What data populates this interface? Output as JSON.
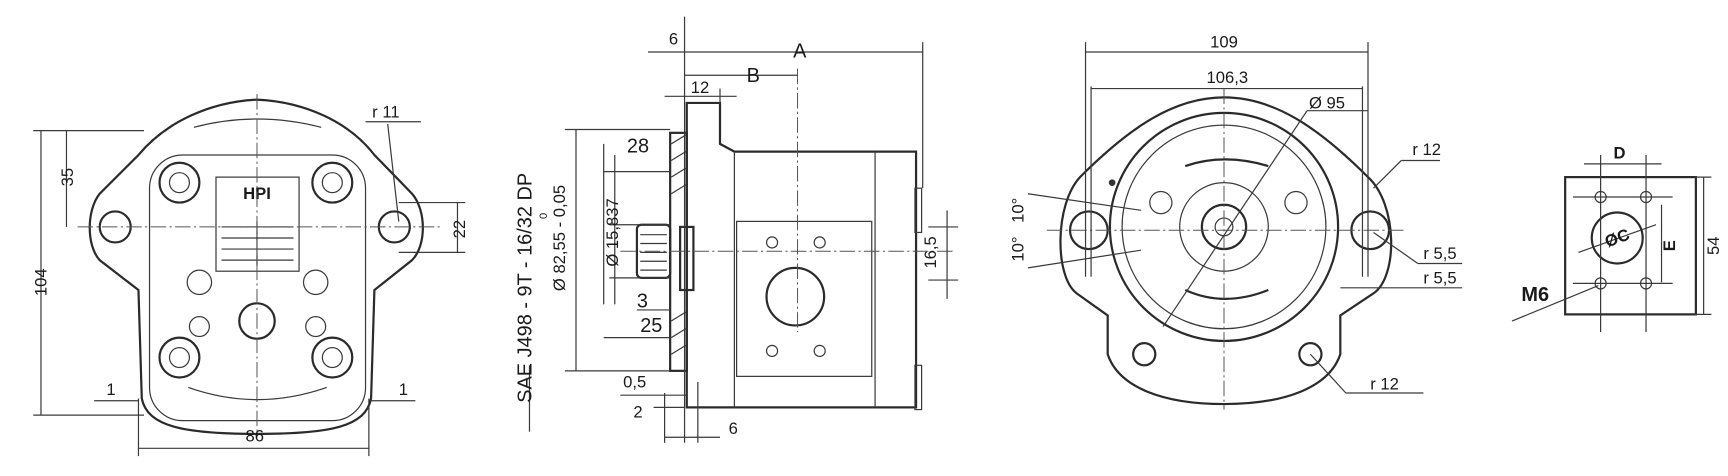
{
  "front_view": {
    "logo": "HPI",
    "dim_35": "35",
    "dim_104": "104",
    "dim_22": "22",
    "dim_r11": "r 11",
    "dim_1_left": "1",
    "dim_1_right": "1",
    "dim_86": "86"
  },
  "side_view": {
    "dim_6_top": "6",
    "dim_A": "A",
    "dim_B": "B",
    "dim_12": "12",
    "dim_28": "28",
    "dim_3": "3",
    "dim_25": "25",
    "dim_0_5": "0,5",
    "dim_2": "2",
    "dim_6_bottom": "6",
    "spline_spec": "SAE J498 - 9T - 16/32 DP",
    "pilot_diameter": "Ø 82,55 - 0,05",
    "pilot_tolerance_upper": "0",
    "shaft_diameter": "Ø 15,837",
    "dim_16_5": "16,5"
  },
  "rear_view": {
    "dim_109": "109",
    "dim_106_3": "106,3",
    "dim_d95": "Ø 95",
    "dim_r12_top": "r 12",
    "angle_upper": "10°",
    "angle_lower": "10°",
    "dim_r5_5_a": "r 5,5",
    "dim_r5_5_b": "r 5,5",
    "dim_r12_bottom": "r 12"
  },
  "port_view": {
    "dim_D": "D",
    "dim_C": "ØC",
    "dim_E": "E",
    "dim_54": "54",
    "thread": "M6"
  }
}
